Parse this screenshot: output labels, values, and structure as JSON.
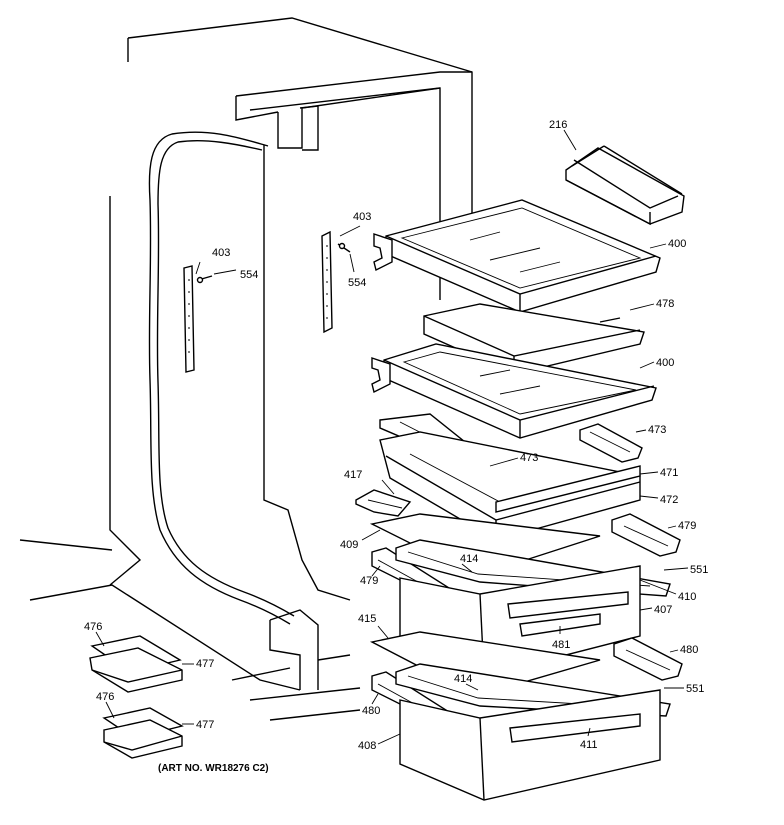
{
  "art_number": "(ART NO. WR18276 C2)",
  "labels": {
    "l216": "216",
    "l400a": "400",
    "l400b": "400",
    "l403a": "403",
    "l403b": "403",
    "l554a": "554",
    "l554b": "554",
    "l478": "478",
    "l473a": "473",
    "l473b": "473",
    "l471": "471",
    "l472": "472",
    "l417": "417",
    "l409": "409",
    "l414a": "414",
    "l414b": "414",
    "l479a": "479",
    "l479b": "479",
    "l551a": "551",
    "l551b": "551",
    "l410": "410",
    "l407": "407",
    "l415": "415",
    "l481": "481",
    "l480a": "480",
    "l480b": "480",
    "l408": "408",
    "l411": "411",
    "l476a": "476",
    "l476b": "476",
    "l477a": "477",
    "l477b": "477"
  }
}
